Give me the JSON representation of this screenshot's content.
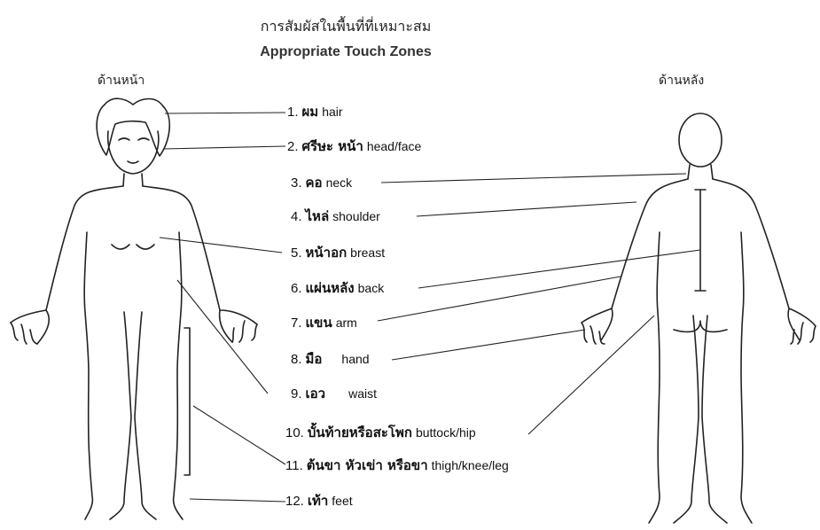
{
  "header": {
    "title_th": "การสัมผัสในพื้นที่ที่เหมาะสม",
    "title_en": "Appropriate Touch Zones"
  },
  "sides": {
    "front": "ด้านหน้า",
    "back": "ด้านหลัง"
  },
  "labels": [
    {
      "num": "1.",
      "th": "ผม",
      "en": "hair"
    },
    {
      "num": "2.",
      "th": "ศรีษะ หน้า",
      "en": "head/face"
    },
    {
      "num": "3.",
      "th": "คอ",
      "en": "neck"
    },
    {
      "num": "4.",
      "th": "ไหล่",
      "en": "shoulder"
    },
    {
      "num": "5.",
      "th": "หน้าอก",
      "en": "breast"
    },
    {
      "num": "6.",
      "th": "แผ่นหลัง",
      "en": "back"
    },
    {
      "num": "7.",
      "th": "แขน",
      "en": "arm"
    },
    {
      "num": "8.",
      "th": "มือ",
      "en": "hand"
    },
    {
      "num": "9.",
      "th": "เอว",
      "en": "waist"
    },
    {
      "num": "10.",
      "th": "บั้นท้ายหรือสะโพก",
      "en": "buttock/hip"
    },
    {
      "num": "11.",
      "th": "ต้นขา หัวเข่า หรือขา",
      "en": "thigh/knee/leg"
    },
    {
      "num": "12.",
      "th": "เท้า",
      "en": "feet"
    }
  ]
}
